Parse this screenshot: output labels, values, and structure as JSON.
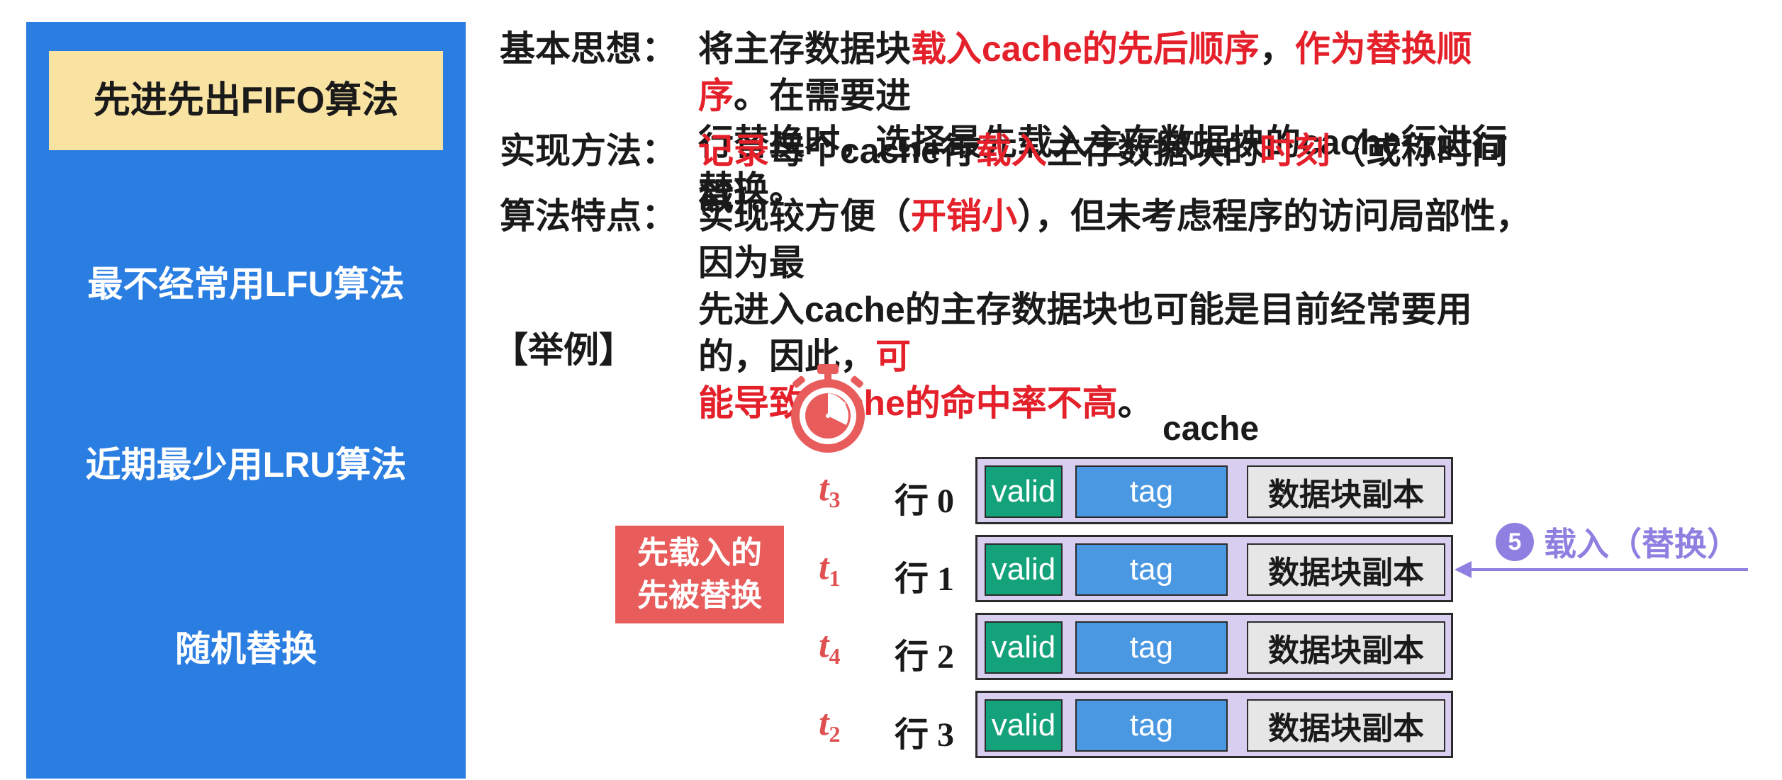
{
  "sidebar": {
    "items": [
      {
        "label": "先进先出FIFO算法",
        "active": true
      },
      {
        "label": "最不经常用LFU算法",
        "active": false
      },
      {
        "label": "近期最少用LRU算法",
        "active": false
      },
      {
        "label": "随机替换",
        "active": false
      }
    ]
  },
  "basic_idea": {
    "label": "基本思想：",
    "line1": [
      "将主存数据块",
      "载入cache的先后顺序",
      "，",
      "作为替换顺序",
      "。在需要进"
    ],
    "line2": "行替换时，选择最先载入主存数据块的cache行进行替换。"
  },
  "method": {
    "label": "实现方法：",
    "parts": [
      "记录",
      "每个cache行",
      "载入",
      "主存数据块的",
      "时刻",
      "（或称时间戳）。"
    ]
  },
  "features": {
    "label": "算法特点：",
    "line1": [
      "实现较方便（",
      "开销小",
      "），但未考虑程序的访问局部性，因为最"
    ],
    "line2": [
      "先进入cache的主存数据块也可能是目前经常要用的，因此，",
      "可"
    ],
    "line3": [
      "能导致cache的命中率不高",
      "。"
    ]
  },
  "example_label": "【举例】",
  "diagram": {
    "cache_title": "cache",
    "rows": [
      {
        "label": "行 0",
        "time": "t",
        "time_sub": "3",
        "valid": "valid",
        "tag": "tag",
        "block": "数据块副本"
      },
      {
        "label": "行 1",
        "time": "t",
        "time_sub": "1",
        "valid": "valid",
        "tag": "tag",
        "block": "数据块副本"
      },
      {
        "label": "行 2",
        "time": "t",
        "time_sub": "4",
        "valid": "valid",
        "tag": "tag",
        "block": "数据块副本"
      },
      {
        "label": "行 3",
        "time": "t",
        "time_sub": "2",
        "valid": "valid",
        "tag": "tag",
        "block": "数据块副本"
      }
    ],
    "callout_line1": "先载入的",
    "callout_line2": "先被替换",
    "step_number": "5",
    "load_label": "载入（替换）",
    "colors": {
      "valid": "#14a27a",
      "tag": "#4a97e2",
      "row_bg": "#d8cff0",
      "arrow": "#8f7fe0",
      "highlight": "#e4202a"
    }
  }
}
